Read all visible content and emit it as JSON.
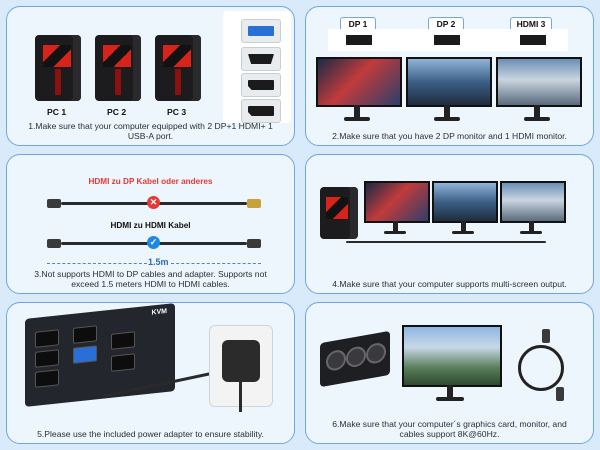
{
  "panel1": {
    "pcs": [
      "PC 1",
      "PC 2",
      "PC 3"
    ],
    "ports": [
      "usb-a-port-icon",
      "hdmi-port-icon",
      "displayport-icon",
      "displayport-icon"
    ],
    "caption": "1.Make sure that your computer equipped with 2 DP+1 HDMI+ 1 USB-A port."
  },
  "panel2": {
    "monitors": [
      "DP 1",
      "DP 2",
      "HDMI 3"
    ],
    "caption": "2.Make sure that you have 2 DP monitor and 1 HDMI monitor."
  },
  "panel3": {
    "bad_cable_label": "HDMI zu DP Kabel oder anderes",
    "good_cable_label": "HDMI zu HDMI Kabel",
    "length": "1.5m",
    "caption": "3.Not supports HDMI to DP cables and adapter. Supports not exceed 1.5 meters HDMI to HDMI cables."
  },
  "panel4": {
    "caption": "4.Make sure that your computer supports multi-screen output."
  },
  "panel5": {
    "device_label": "KVM",
    "caption": "5.Please use the included power adapter to ensure stability."
  },
  "panel6": {
    "caption": "6.Make sure that your computer´s graphics card, monitor, and cables support 8K@60Hz."
  },
  "colors": {
    "accent": "#2d6bb7",
    "error": "#e53935",
    "ok": "#1e88e5",
    "border": "#6fa6e0"
  }
}
